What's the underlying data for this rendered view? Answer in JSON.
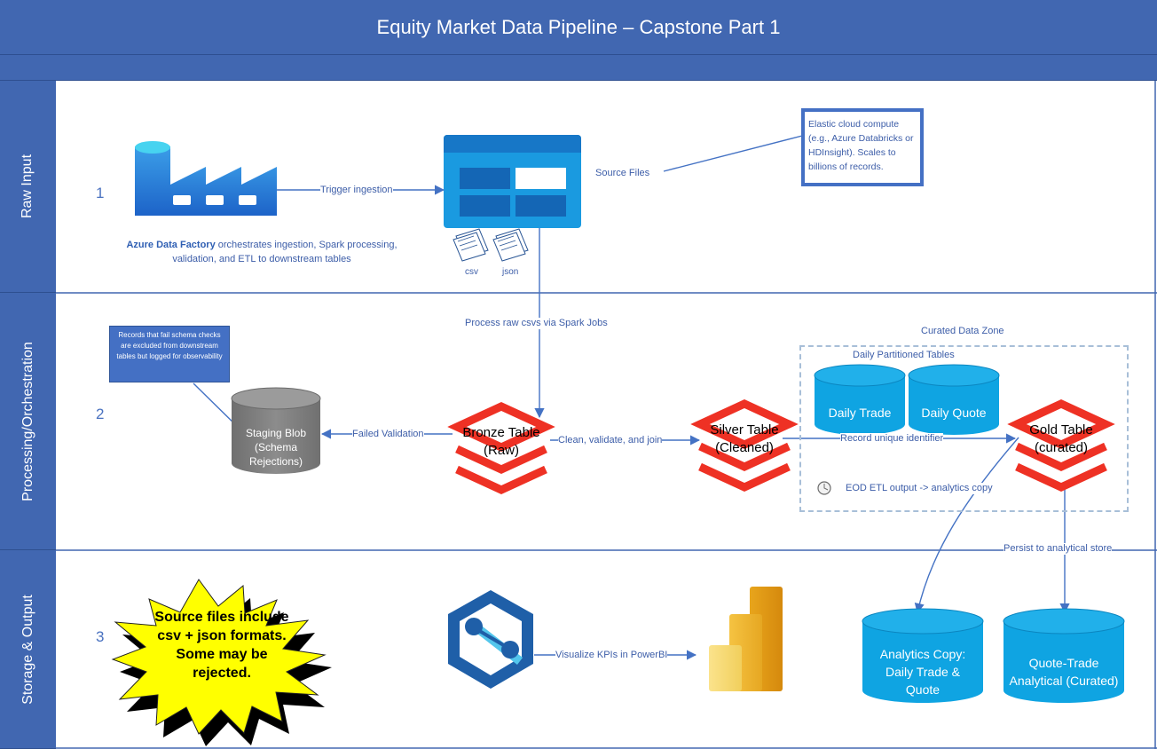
{
  "title": "Equity Market Data Pipeline – Capstone Part 1",
  "lanes": [
    {
      "label": "Raw Input",
      "number": "1"
    },
    {
      "label": "Processing/Orchestration",
      "number": "2"
    },
    {
      "label": "Storage & Output",
      "number": "3"
    }
  ],
  "raw_input": {
    "adf_caption_bold": "Azure Data Factory",
    "adf_caption_rest": " orchestrates ingestion, Spark processing, validation, and ETL to downstream tables",
    "trigger_label": "Trigger ingestion",
    "source_files_label": "Source Files",
    "file_types": [
      "csv",
      "json"
    ],
    "compute_note": "Elastic cloud compute (e.g., Azure Databricks or HDInsight). Scales to billions of records."
  },
  "processing": {
    "spark_label": "Process raw csvs via Spark Jobs",
    "rejection_note": "Records that fail schema checks are excluded from downstream tables but logged for observability",
    "staging_blob": "Staging Blob (Schema Rejections)",
    "failed_validation": "Failed Validation",
    "bronze": [
      "Bronze Table",
      "(Raw)"
    ],
    "clean_label": "Clean, validate, and join",
    "silver": [
      "Silver Table",
      "(Cleaned)"
    ],
    "record_label": "Record unique identifier",
    "gold": [
      "Gold Table",
      "(curated)"
    ],
    "curated_zone": "Curated Data Zone",
    "daily_partitioned": "Daily Partitioned Tables",
    "daily_trade": "Daily Trade",
    "daily_quote": "Daily Quote",
    "eod_label": "EOD ETL output -> analytics copy"
  },
  "storage": {
    "starburst": "Source files include csv + json formats. Some may be rejected.",
    "visualize_label": "Visualize KPIs in PowerBI",
    "persist_label": "Persist to analytical store",
    "analytics_copy": "Analytics Copy: Daily Trade & Quote",
    "quote_trade": "Quote-Trade Analytical (Curated)"
  },
  "colors": {
    "lane_blue": "#4167b1",
    "cyan": "#1ba1e2",
    "databricks_red": "#ee3124",
    "connector": "#4472c4",
    "starburst_fill": "#ffff00"
  }
}
